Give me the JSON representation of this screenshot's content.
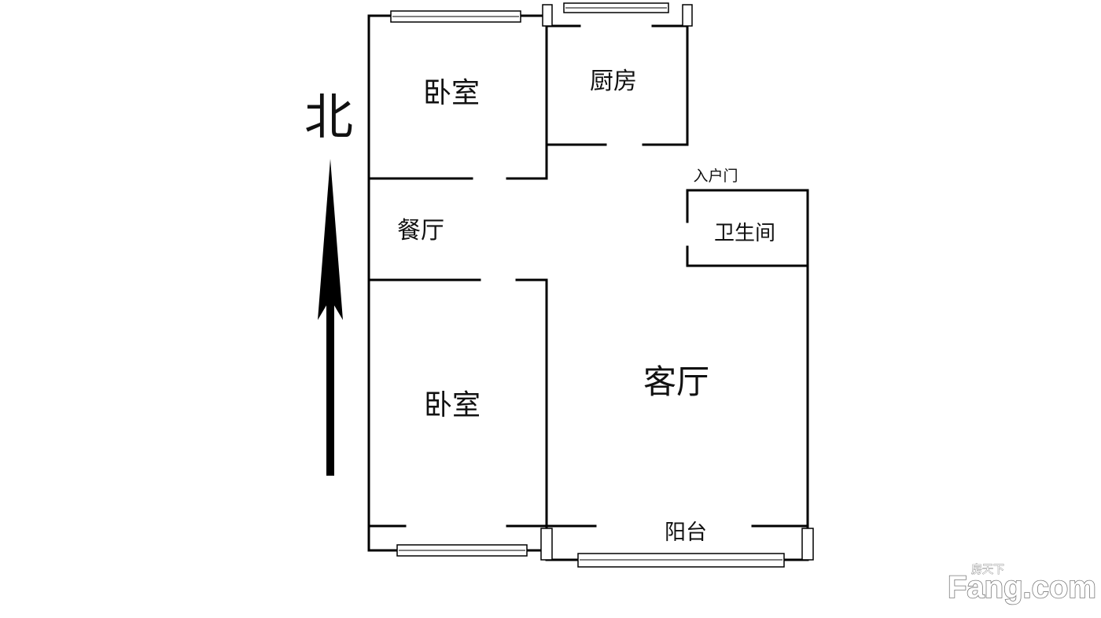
{
  "compass": {
    "label": "北"
  },
  "rooms": {
    "bedroom_north": "卧室",
    "kitchen": "厨房",
    "dining": "餐厅",
    "bathroom": "卫生间",
    "bedroom_south": "卧室",
    "living": "客厅",
    "balcony": "阳台"
  },
  "entrance": {
    "label": "入户门"
  },
  "watermark": {
    "brand": "Fang.com",
    "small_text": "房天下"
  }
}
